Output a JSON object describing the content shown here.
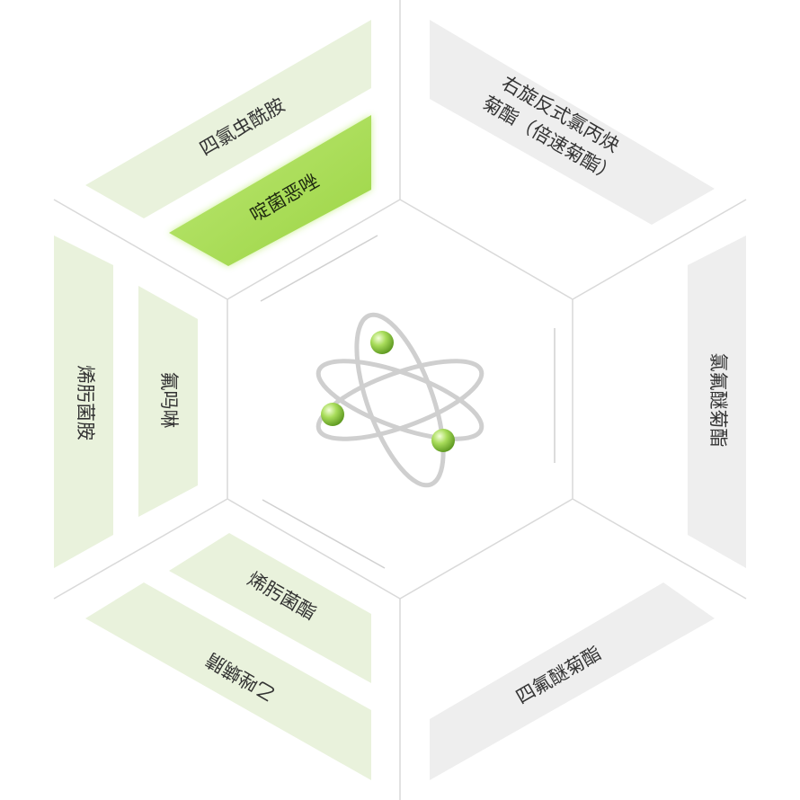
{
  "colors": {
    "green_panel": "#e9f2dc",
    "green_selected": "#a6dc55",
    "gray_panel": "#eeeeee",
    "line": "#d9d9d9",
    "orbit": "#cfcfcf",
    "electron": "#8cc63f",
    "text": "#333333"
  },
  "center": {
    "icon": "atom-icon"
  },
  "sectors": [
    {
      "id": "top-left",
      "items": [
        {
          "label": "四氯虫酰胺",
          "selected": false
        },
        {
          "label": "啶菌恶唑",
          "selected": true
        }
      ]
    },
    {
      "id": "top-right",
      "items": [
        {
          "label_lines": [
            "右旋反式氯丙炔",
            "菊酯（倍速菊酯）"
          ],
          "selected": false
        }
      ]
    },
    {
      "id": "right",
      "items": [
        {
          "label": "氯氟醚菊酯",
          "selected": false
        }
      ]
    },
    {
      "id": "bottom-right",
      "items": [
        {
          "label": "四氟醚菊酯",
          "selected": false
        }
      ]
    },
    {
      "id": "bottom-left",
      "items": [
        {
          "label": "烯肟菌酯",
          "selected": false
        },
        {
          "label": "乙唑螨腈",
          "selected": false
        }
      ]
    },
    {
      "id": "left",
      "items": [
        {
          "label": "烯肟菌胺",
          "selected": false
        },
        {
          "label": "氟吗啉",
          "selected": false
        }
      ]
    }
  ]
}
